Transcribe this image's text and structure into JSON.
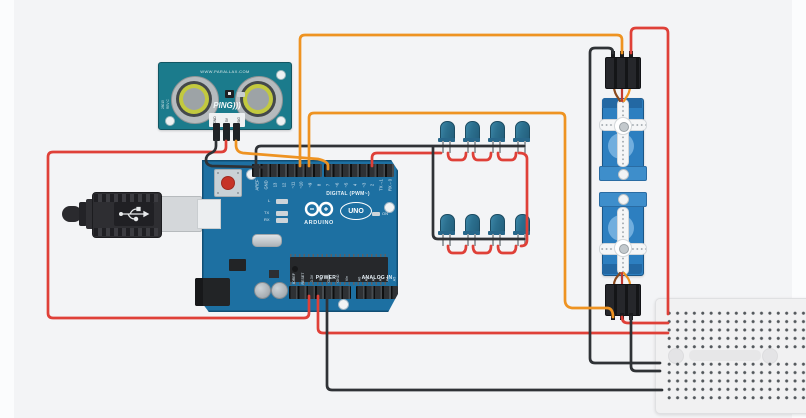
{
  "colors": {
    "canvas_bg": "#f3f4f6",
    "margin": "#fbfcfd",
    "wire_red": "#df4038",
    "wire_black": "#2f3236",
    "wire_orange": "#ee9322",
    "arduino_blue": "#1d70a2",
    "sensor_teal": "#1b7b8c",
    "servo_blue": "#2d7fc0",
    "breadboard_bg": "#f1f1f2"
  },
  "sensor": {
    "brand_url": "WWW.PARALLAX.COM",
    "label": "PING)))",
    "part_number": "28015",
    "revision": "REV C",
    "pins": [
      "GND",
      "5V",
      "SIG"
    ]
  },
  "arduino": {
    "logo_text": "ARDUINO",
    "model_badge": "UNO",
    "digital_section_label": "DIGITAL (PWM~)",
    "power_section_label": "POWER",
    "analog_section_label": "ANALOG IN",
    "on_label": "ON",
    "led_l": "L",
    "led_tx": "TX",
    "led_rx": "RX",
    "digital_pins": [
      "AREF",
      "GND",
      "13",
      "12",
      "~11",
      "~10",
      "~9",
      "8",
      "7",
      "~6",
      "~5",
      "4",
      "~3",
      "2",
      "TX→1",
      "RX←0"
    ],
    "power_pins": [
      "IOREF",
      "RESET",
      "3.3V",
      "5V",
      "GND",
      "GND",
      "Vin"
    ],
    "analog_pins": [
      "A0",
      "A1",
      "A2",
      "A3",
      "A4",
      "A5"
    ]
  },
  "leds": {
    "count": 8,
    "rows": 2,
    "appearance": "blue"
  },
  "servos": {
    "count": 2,
    "type": "micro servo"
  },
  "breadboard": {
    "type": "mini breadboard"
  },
  "usb_cable": {
    "type": "USB cable"
  }
}
